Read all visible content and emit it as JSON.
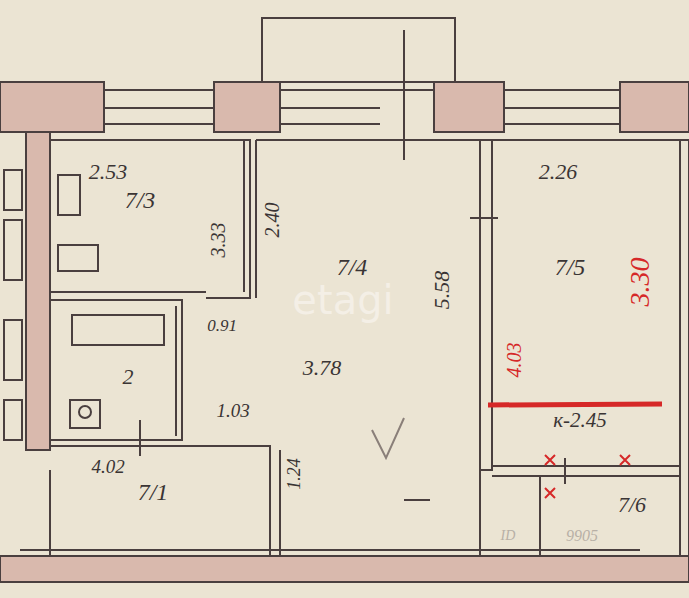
{
  "diagram": {
    "nodes": [
      {
        "text": [
          "7/3"
        ]
      },
      {
        "text": [
          "2"
        ]
      },
      {
        "text": [
          "7/4"
        ]
      },
      {
        "text": [
          "7/5"
        ]
      },
      {
        "text": [
          "7/6"
        ]
      },
      {
        "text": [
          "7/1"
        ]
      }
    ],
    "labels": [
      "2.53",
      "3.33",
      "2.40",
      "0.91",
      "1.03",
      "1.24",
      "4.02",
      "3.78",
      "5.58",
      "etagi",
      "2.26",
      "3.30",
      "4.03",
      "к-2.45",
      "ID",
      "9905"
    ]
  }
}
